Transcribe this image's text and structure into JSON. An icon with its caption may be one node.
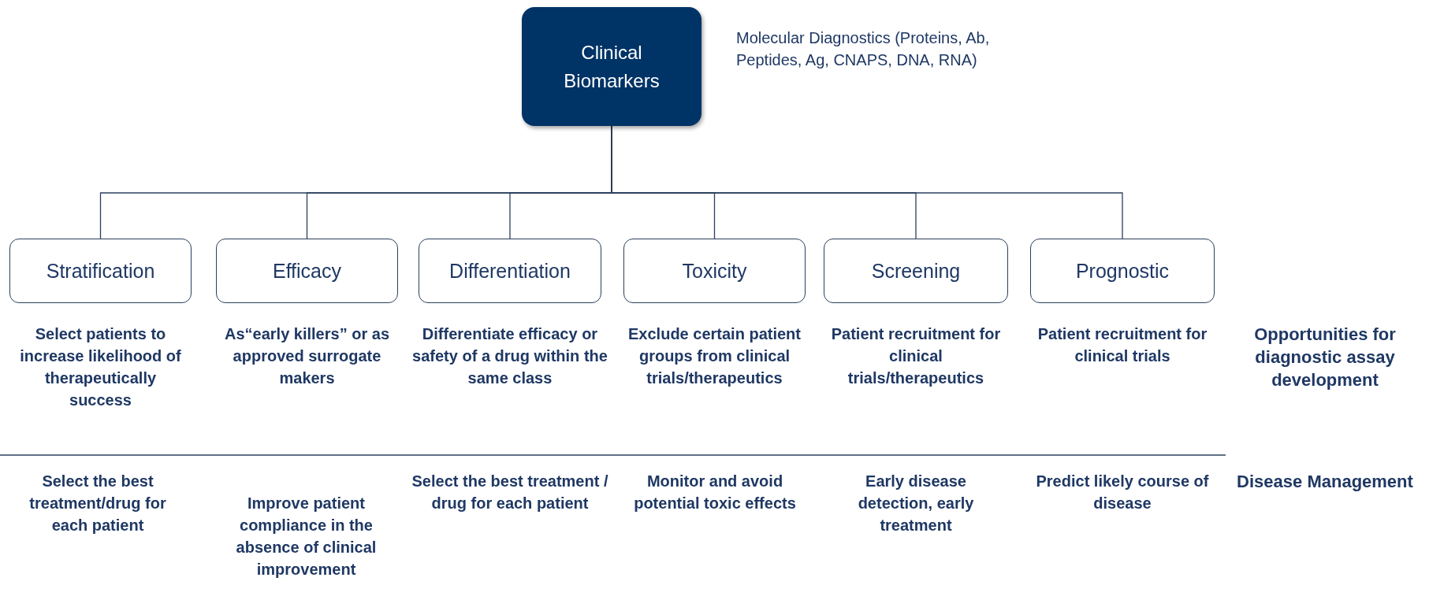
{
  "diagram": {
    "nodes": [
      {
        "text": [
          "Clinical Biomarkers"
        ],
        "beside": [
          "Molecular Diagnostics (Proteins, Ab, Peptides, Ag, CNAPS, DNA, RNA)"
        ]
      },
      {
        "text": [
          "Stratification"
        ],
        "beside": [
          "Select patients to increase likelihood of therapeutically success"
        ]
      },
      {
        "text": [
          "Efficacy"
        ],
        "beside": [
          "As“early killers” or as approved surrogate makers"
        ]
      },
      {
        "text": [
          "Differentiation"
        ],
        "beside": [
          "Differentiate efficacy or safety of a drug within the same class"
        ]
      },
      {
        "text": [
          "Toxicity"
        ],
        "beside": [
          "Exclude certain patient groups from clinical trials/therapeutics"
        ]
      },
      {
        "text": [
          "Screening"
        ],
        "beside": [
          "Patient recruitment for clinical trials/therapeutics"
        ]
      },
      {
        "text": [
          "Prognostic"
        ],
        "beside": [
          "Patient recruitment for clinical trials"
        ]
      }
    ],
    "edges": [
      {
        "from": 0,
        "to": 1,
        "arrow": "none"
      },
      {
        "from": 0,
        "to": 2,
        "arrow": "none"
      },
      {
        "from": 0,
        "to": 3,
        "arrow": "none"
      },
      {
        "from": 0,
        "to": 4,
        "arrow": "none"
      },
      {
        "from": 0,
        "to": 5,
        "arrow": "none"
      },
      {
        "from": 0,
        "to": 6,
        "arrow": "none"
      }
    ],
    "labels": [
      "Opportunities for diagnostic assay development",
      "Select the best treatment/drug for each patient",
      "Improve patient compliance in the absence of clinical improvement",
      "Select the best treatment / drug for each patient",
      "Monitor and avoid potential toxic effects",
      "Early disease detection, early treatment",
      "Predict likely course of disease",
      "Disease Management"
    ]
  }
}
